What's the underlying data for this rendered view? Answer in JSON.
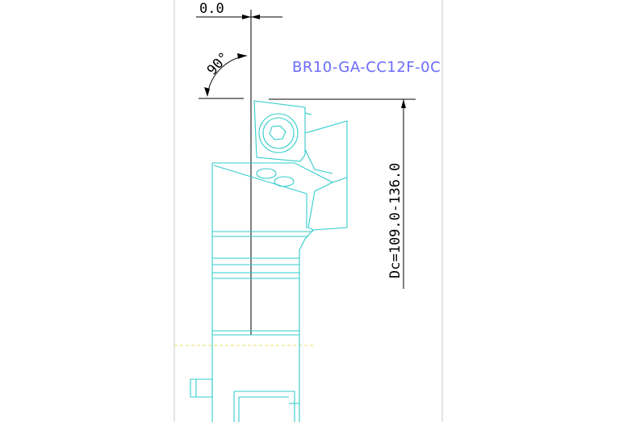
{
  "drawing": {
    "part_number": "BR10-GA-CC12F-0C",
    "angle_dimension": "90°",
    "offset_dimension": "0.0",
    "diameter_range": "Dc=109.0-136.0"
  },
  "colors": {
    "tool_outline": "#33cccc",
    "dimension_lines": "#000000",
    "title_text": "#6a6aff",
    "centerline": "#e6e066"
  }
}
